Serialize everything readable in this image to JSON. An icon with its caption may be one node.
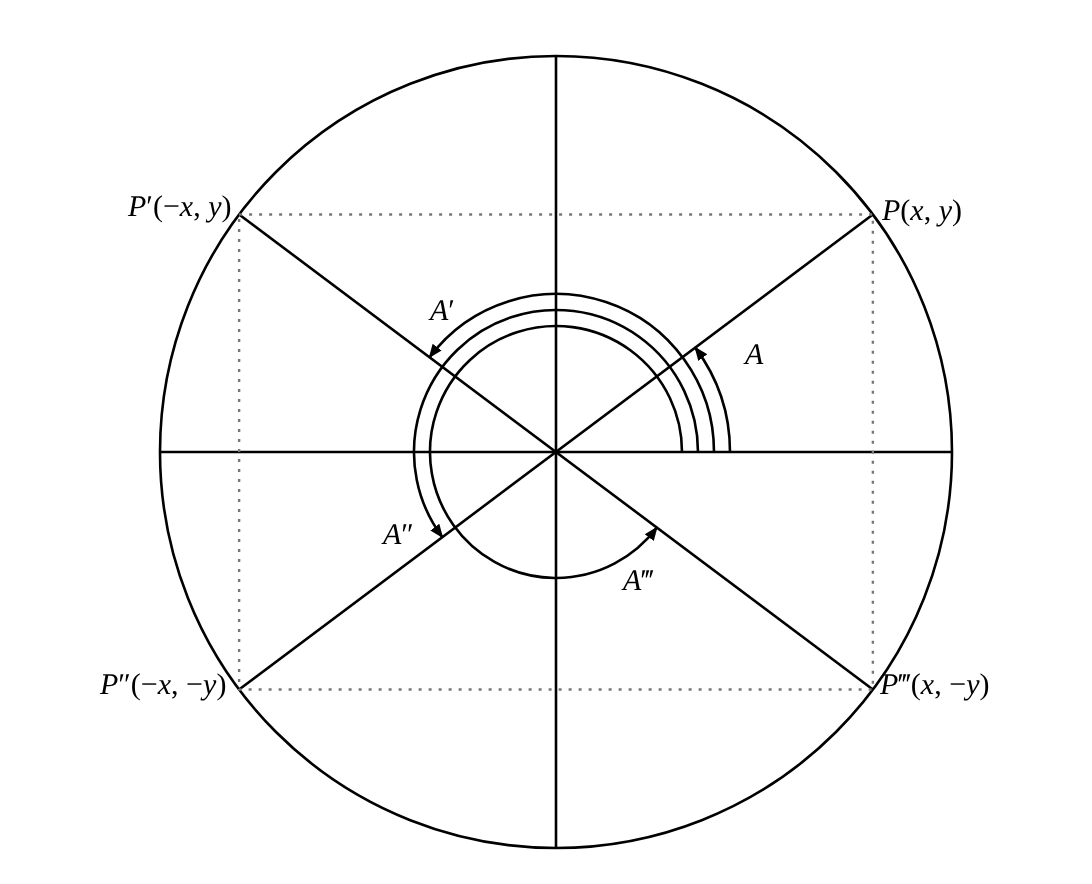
{
  "diagram": {
    "labels": [
      "*P*′(−*x*, *y*)",
      "*P*(*x*, *y*)",
      "*A*′",
      "*A*",
      "*A*″",
      "*A*‴",
      "*P*″(−*x*, −*y*)",
      "*P*‴(*x*, −*y*)"
    ]
  }
}
